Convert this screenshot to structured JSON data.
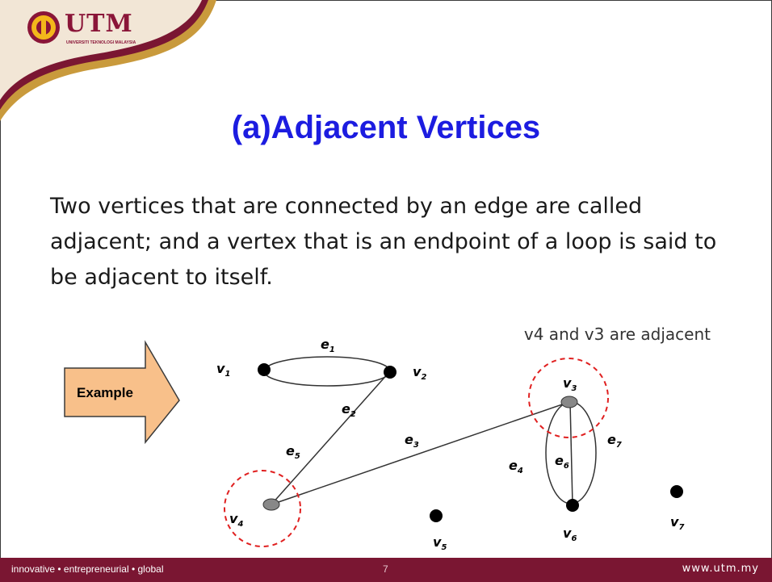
{
  "logo": {
    "text": "UTM",
    "subtitle": "UNIVERSITI TEKNOLOGI MALAYSIA"
  },
  "slide": {
    "title": "(a)Adjacent Vertices",
    "body": "Two vertices that are connected by an edge are called adjacent; and a vertex that is an endpoint of a loop is said to be adjacent to itself."
  },
  "example_label": "Example",
  "graph": {
    "caption": "v4 and v3 are adjacent",
    "vertex_labels": {
      "v1": "v",
      "v1_sub": "1",
      "v2": "v",
      "v2_sub": "2",
      "v3": "v",
      "v3_sub": "3",
      "v4": "v",
      "v4_sub": "4",
      "v5": "v",
      "v5_sub": "5",
      "v6": "v",
      "v6_sub": "6",
      "v7": "v",
      "v7_sub": "7"
    },
    "edge_labels": {
      "e1": "e",
      "e1_sub": "1",
      "e2": "e",
      "e2_sub": "2",
      "e3": "e",
      "e3_sub": "3",
      "e4": "e",
      "e4_sub": "4",
      "e5": "e",
      "e5_sub": "5",
      "e6": "e",
      "e6_sub": "6",
      "e7": "e",
      "e7_sub": "7"
    }
  },
  "footer": {
    "tagline": "innovative • entrepreneurial • global",
    "page_number": "7",
    "url": "www.utm.my"
  },
  "colors": {
    "title": "#1c1ce0",
    "brand": "#7a1632",
    "example_box": "#f8c08a",
    "highlight": "#e02020"
  }
}
